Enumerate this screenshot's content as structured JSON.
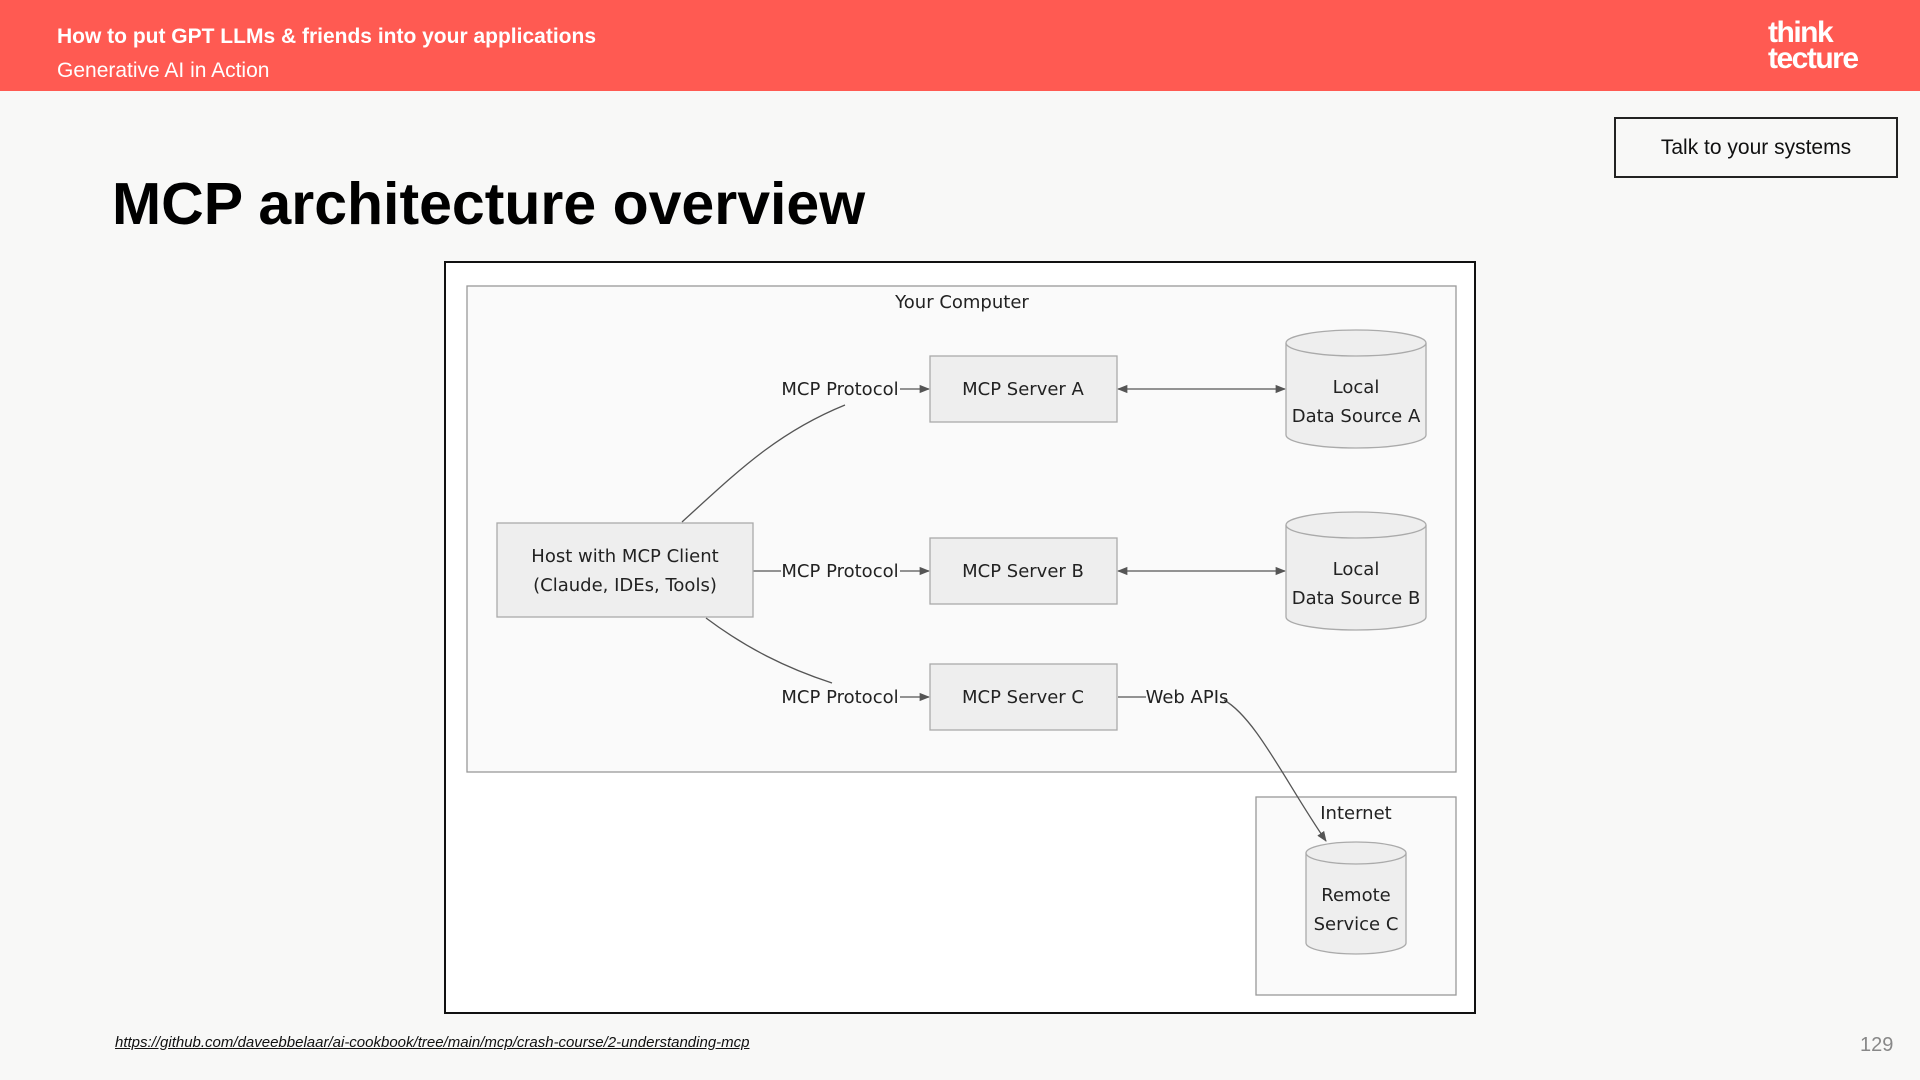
{
  "header": {
    "title": "How to put GPT LLMs & friends into your applications",
    "subtitle": "Generative AI in Action",
    "logo_line1": "think",
    "logo_line2": "tecture",
    "background_color": "#ff5a52"
  },
  "badge": {
    "label": "Talk to your systems"
  },
  "slide": {
    "title": "MCP architecture overview"
  },
  "diagram": {
    "your_computer_label": "Your Computer",
    "internet_label": "Internet",
    "host": {
      "line1": "Host with MCP Client",
      "line2": "(Claude, IDEs, Tools)"
    },
    "servers": [
      {
        "label": "MCP Server A"
      },
      {
        "label": "MCP Server B"
      },
      {
        "label": "MCP Server C"
      }
    ],
    "protocol_labels": [
      "MCP Protocol",
      "MCP Protocol",
      "MCP Protocol"
    ],
    "data_sources": [
      {
        "line1": "Local",
        "line2": "Data Source A"
      },
      {
        "line1": "Local",
        "line2": "Data Source B"
      }
    ],
    "web_apis_label": "Web APIs",
    "remote": {
      "line1": "Remote",
      "line2": "Service C"
    }
  },
  "footer": {
    "link": "https://github.com/daveebbelaar/ai-cookbook/tree/main/mcp/crash-course/2-understanding-mcp",
    "page_number": "129"
  }
}
